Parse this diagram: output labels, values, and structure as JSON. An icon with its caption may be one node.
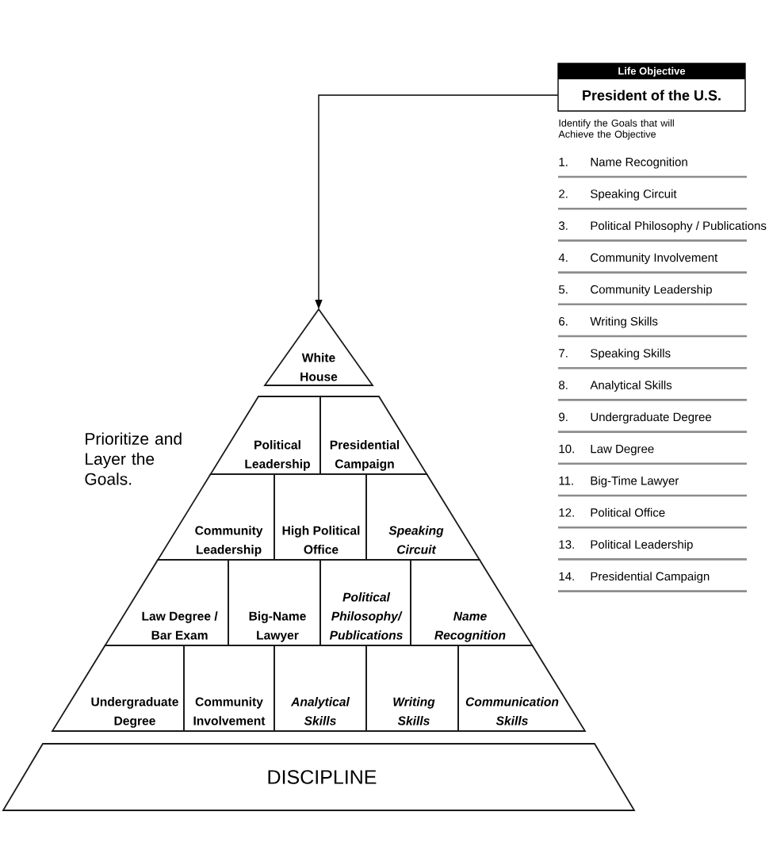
{
  "diagram": {
    "nodes": [
      {
        "text": [
          "Life Objective",
          "President of the U.S."
        ]
      },
      {
        "text": [
          "White House"
        ]
      },
      {
        "text": [
          "Political Leadership"
        ]
      },
      {
        "text": [
          "Presidential Campaign"
        ]
      },
      {
        "text": [
          "Community Leadership"
        ]
      },
      {
        "text": [
          "High Political Office"
        ]
      },
      {
        "text": [
          "Speaking Circuit"
        ]
      },
      {
        "text": [
          "Law Degree / Bar Exam"
        ]
      },
      {
        "text": [
          "Big-Name Lawyer"
        ]
      },
      {
        "text": [
          "Political Philosophy/ Publications"
        ]
      },
      {
        "text": [
          "Name Recognition"
        ]
      },
      {
        "text": [
          "Undergraduate Degree"
        ]
      },
      {
        "text": [
          "Community Involvement"
        ]
      },
      {
        "text": [
          "Analytical Skills"
        ]
      },
      {
        "text": [
          "Writing Skills"
        ]
      },
      {
        "text": [
          "Communication Skills"
        ]
      },
      {
        "text": [
          "DISCIPLINE"
        ]
      }
    ],
    "edges": [
      {
        "from": 0,
        "to": 1,
        "arrow": "to"
      }
    ],
    "labels": [
      "Identify the Goals that will Achieve the Objective",
      "1.",
      "Name Recognition",
      "2.",
      "Speaking Circuit",
      "3.",
      "Political Philosophy / Publications",
      "4.",
      "Community Involvement",
      "5.",
      "Community Leadership",
      "6.",
      "Writing Skills",
      "7.",
      "Speaking Skills",
      "8.",
      "Analytical Skills",
      "9.",
      "Undergraduate Degree",
      "10.",
      "Law Degree",
      "11.",
      "Big-Time Lawyer",
      "12.",
      "Political Office",
      "13.",
      "Political Leadership",
      "14.",
      "Presidential Campaign",
      "Prioritize and Layer the Goals."
    ]
  }
}
